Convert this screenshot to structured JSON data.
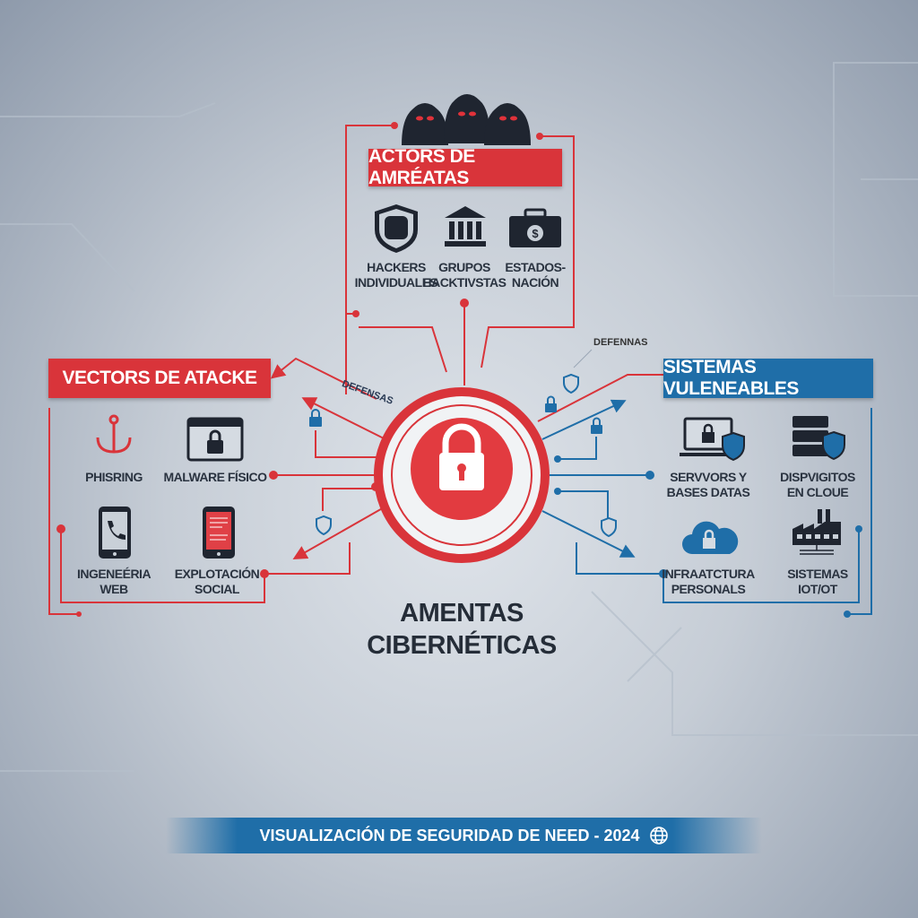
{
  "actors": {
    "title": "ACTORS DE AMRÉATAS",
    "items": [
      {
        "label_1": "HACKERS",
        "label_2": "INDIVIDUALES",
        "icon": "fist-shield-icon"
      },
      {
        "label_1": "GRUPOS",
        "label_2": "HACKTIVSTAS",
        "icon": "institution-icon"
      },
      {
        "label_1": "ESTADOS-",
        "label_2": "NACIÓN",
        "icon": "briefcase-dollar-icon"
      }
    ]
  },
  "vectors": {
    "title": "VECTORS DE ATACKE",
    "items": [
      {
        "label_1": "PHISRING",
        "label_2": "",
        "icon": "fishhook-icon"
      },
      {
        "label_1": "MALWARE FÍSICO",
        "label_2": "",
        "icon": "browser-lock-icon"
      },
      {
        "label_1": "INGENEÉRIA",
        "label_2": "WEB",
        "icon": "phone-call-icon"
      },
      {
        "label_1": "EXPLOTACIÓN",
        "label_2": "SOCIAL",
        "icon": "phone-document-icon"
      }
    ]
  },
  "systems": {
    "title": "SISTEMAS VULENEABLES",
    "items": [
      {
        "label_1": "SERVVORS Y",
        "label_2": "BASES DATAS",
        "icon": "laptop-shield-icon"
      },
      {
        "label_1": "DISPVIGITOS",
        "label_2": "EN CLOUE",
        "icon": "server-shield-icon"
      },
      {
        "label_1": "INFRAATCTURA",
        "label_2": "PERSONALS",
        "icon": "cloud-lock-icon"
      },
      {
        "label_1": "SISTEMAS",
        "label_2": "IOT/OT",
        "icon": "factory-icon"
      }
    ]
  },
  "center": {
    "title_1": "AMENTAS",
    "title_2": "CIBERNÉTICAS",
    "icon": "padlock-icon"
  },
  "annotations": {
    "left": "DEFENSAS",
    "right": "DEFENNAS"
  },
  "footer": {
    "text": "VISUALIZACIÓN DE SEGURIDAD DE NEED - 2024",
    "icon": "globe-icon"
  },
  "colors": {
    "red": "#d9343a",
    "blue": "#1f6ea8",
    "dark": "#252d38"
  }
}
